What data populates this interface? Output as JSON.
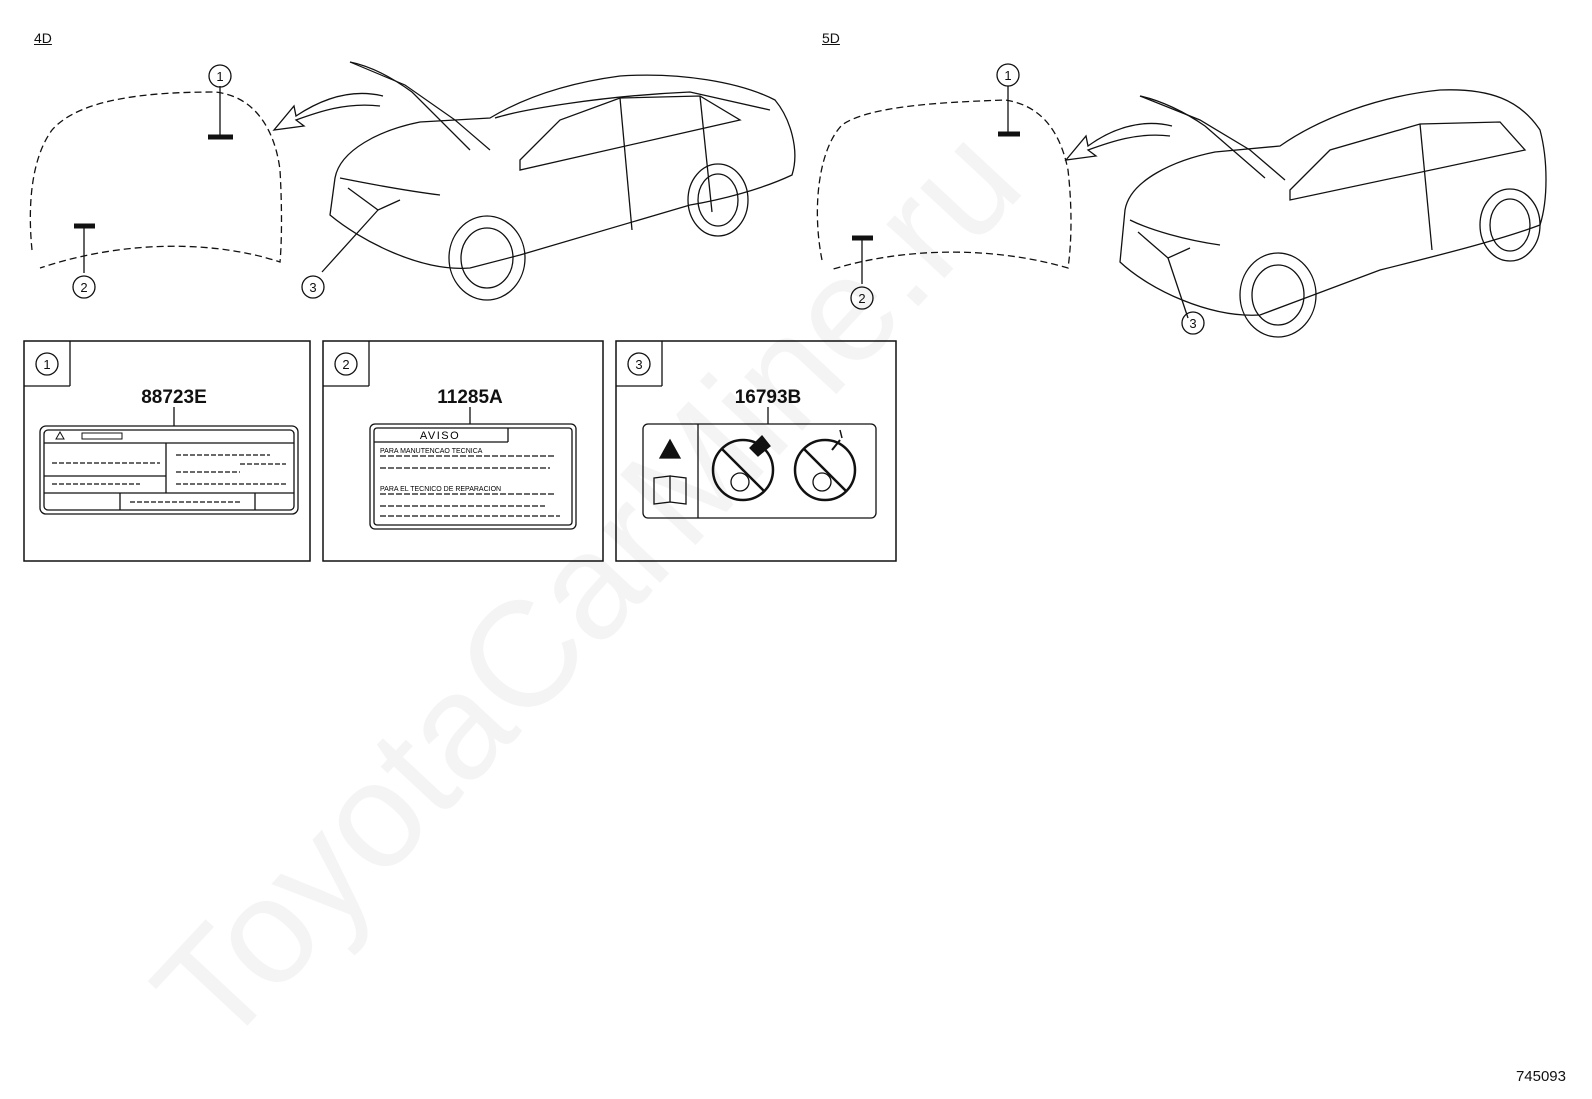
{
  "sections": [
    {
      "label": "4D"
    },
    {
      "label": "5D"
    }
  ],
  "callouts": [
    "1",
    "2",
    "3"
  ],
  "parts": [
    {
      "callout": "1",
      "part_number": "88723E"
    },
    {
      "callout": "2",
      "part_number": "11285A",
      "label_heading": "AVISO",
      "label_line1": "PARA MANUTENCAO TECNICA",
      "label_line2": "PARA EL TECNICO DE REPARACION"
    },
    {
      "callout": "3",
      "part_number": "16793B"
    }
  ],
  "watermark": "ToyotaCarMine.ru",
  "doc_number": "745093"
}
